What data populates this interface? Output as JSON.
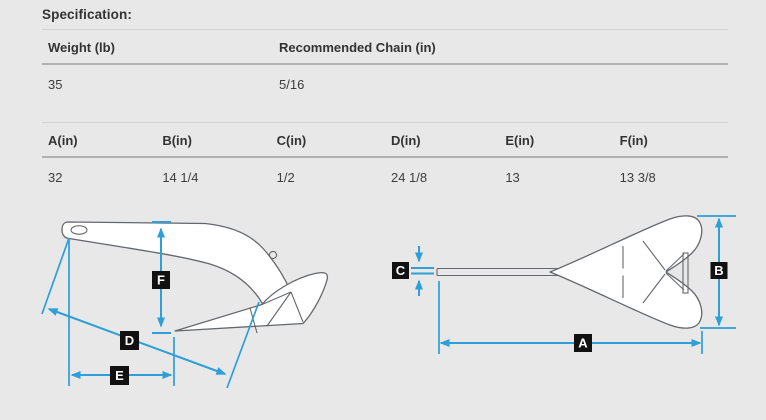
{
  "page": {
    "background": "#e8e8e8"
  },
  "heading": "Specification:",
  "spec_table": {
    "headers": [
      "Weight (lb)",
      "Recommended Chain (in)"
    ],
    "rows": [
      [
        "35",
        "5/16"
      ]
    ]
  },
  "dimensions_table": {
    "headers": [
      "A(in)",
      "B(in)",
      "C(in)",
      "D(in)",
      "E(in)",
      "F(in)"
    ],
    "rows": [
      [
        "32",
        "14 1/4",
        "1/2",
        "24 1/8",
        "13",
        "13 3/8"
      ]
    ]
  },
  "diagram": {
    "side_view_labels": {
      "f": "F",
      "d": "D",
      "e": "E"
    },
    "top_view_labels": {
      "c": "C",
      "b": "B",
      "a": "A"
    },
    "colors": {
      "dimension_blue": "#2E9FD8",
      "label_background": "#111111",
      "label_text": "#FFFFFF",
      "anchor_outline": "#64676b",
      "anchor_fill": "#FFFFFF"
    }
  }
}
